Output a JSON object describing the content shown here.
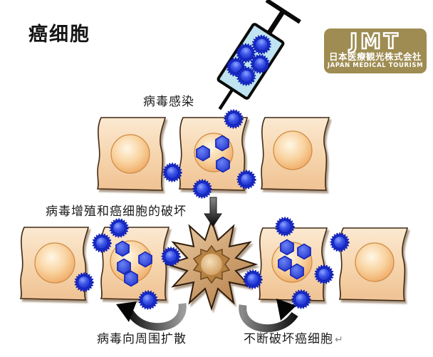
{
  "title": "癌细胞",
  "steps": {
    "infection": "病毒感染",
    "proliferation": "病毒增殖和癌细胞的破坏",
    "spread": "病毒向周围扩散",
    "destruction": "不断破坏癌细胞",
    "return_mark": "↵"
  },
  "logo": {
    "acronym": "JMT",
    "name_jp": "日本医療観光株式会社",
    "name_en": "JAPAN MEDICAL TOURISM",
    "bg_color": "#9E8C52",
    "text_color": "#FFFFFF"
  },
  "colors": {
    "virus_blue": "#1C2FC9",
    "virus_spike_blue": "#0A18A8",
    "cell_fill": "#F6D7B2",
    "nucleus_orange": "#EFA55C",
    "burst_tan": "#B7804A",
    "syringe_fill": "#BFE3F0",
    "arrow_black": "#111111",
    "background": "#FFFFFF"
  }
}
